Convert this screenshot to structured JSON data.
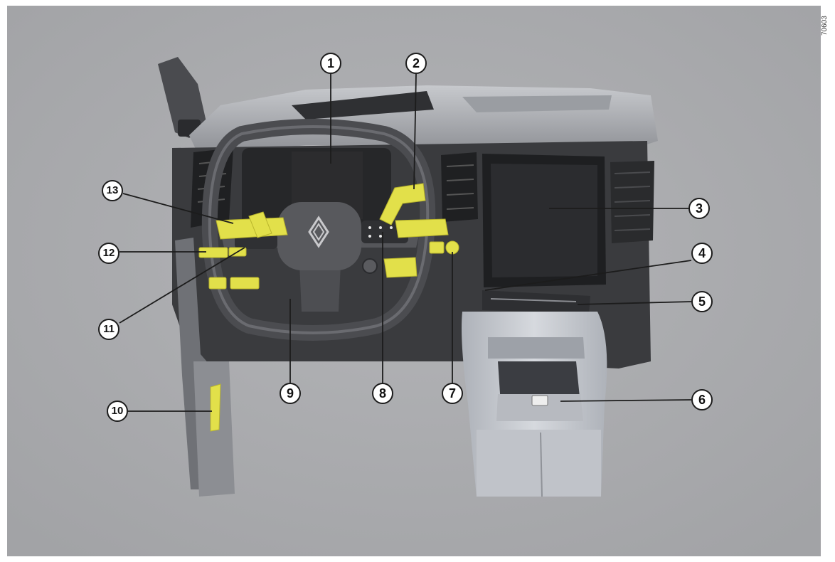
{
  "figure": {
    "reference_code": "70603",
    "colors": {
      "background": "#a9aaad",
      "highlight": "#e2e04a",
      "dashboard": "#3a3b3e",
      "console": "#c9ccd2"
    },
    "brand_icon": "renault-logo-icon",
    "callouts": [
      {
        "number": "1"
      },
      {
        "number": "2"
      },
      {
        "number": "3"
      },
      {
        "number": "4"
      },
      {
        "number": "5"
      },
      {
        "number": "6"
      },
      {
        "number": "7"
      },
      {
        "number": "8"
      },
      {
        "number": "9"
      },
      {
        "number": "10"
      },
      {
        "number": "11"
      },
      {
        "number": "12"
      },
      {
        "number": "13"
      }
    ]
  }
}
